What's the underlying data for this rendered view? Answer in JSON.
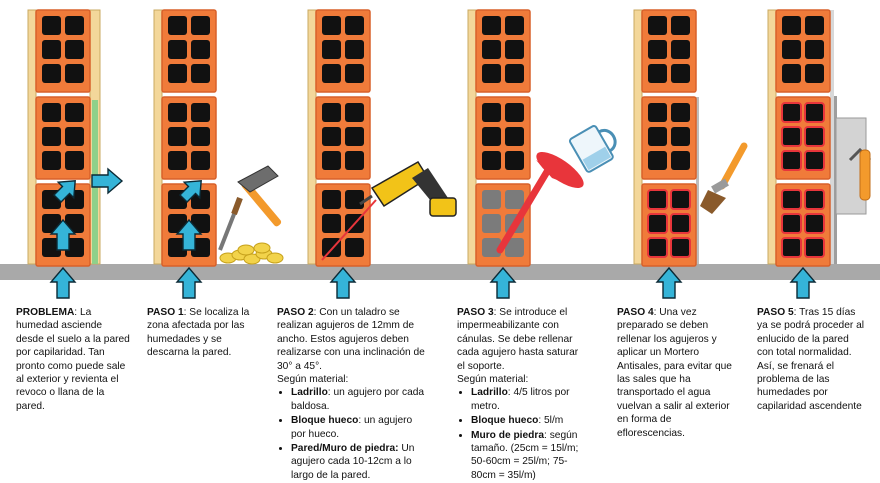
{
  "colors": {
    "brick": "#f07b3a",
    "brick_dark": "#d8612a",
    "hole": "#111111",
    "plaster": "#f3d79a",
    "ground": "#a9a9a9",
    "arrow": "#35b4d8",
    "arrow_outline": "#0b2a36",
    "drill_body": "#f2c318",
    "funnel": "#e8353b",
    "laser": "#e8353b",
    "highlight_red": "#e8353b",
    "stone_grey": "#7b7b7b"
  },
  "icons": [
    "hammer-icon",
    "chisel-icon",
    "rubble-icon",
    "drill-icon",
    "funnel-icon",
    "measuring-jug-icon",
    "paintbrush-icon",
    "trowel-icon"
  ],
  "steps": [
    {
      "id": "problema",
      "title": "PROBLEMA",
      "text": ": La humedad asciende desde el suelo a la pared por capilaridad. Tan pronto como puede sale al exterior y revienta el revoco o llana de la pared."
    },
    {
      "id": "paso1",
      "title": "PASO 1",
      "text": ": Se localiza la zona afectada por las humedades y se descarna la pared."
    },
    {
      "id": "paso2",
      "title": "PASO 2",
      "text": ": Con un taladro se realizan agujeros de 12mm de ancho. Estos agujeros deben realizarse con una inclinación de 30° a 45°.",
      "materials_heading": "Según material:",
      "materials": [
        {
          "name": "Ladrillo",
          "detail": ": un agujero por cada baldosa."
        },
        {
          "name": "Bloque hueco",
          "detail": ": un agujero por hueco."
        },
        {
          "name": "Pared/Muro de piedra:",
          "detail": " Un agujero cada 10-12cm a lo largo de la pared."
        }
      ]
    },
    {
      "id": "paso3",
      "title": "PASO 3",
      "text": ": Se introduce el impermeabilizante con cánulas. Se debe rellenar cada agujero hasta saturar el soporte.",
      "materials_heading": "Según material:",
      "materials": [
        {
          "name": "Ladrillo",
          "detail": ": 4/5 litros por metro."
        },
        {
          "name": "Bloque hueco",
          "detail": ": 5l/m"
        },
        {
          "name": "Muro de piedra",
          "detail": ": según tamaño. (25cm = 15l/m; 50-60cm = 25l/m; 75-80cm = 35l/m)"
        }
      ]
    },
    {
      "id": "paso4",
      "title": "PASO 4",
      "text": ": Una vez preparado se deben rellenar los agujeros y aplicar un Mortero Antisales, para evitar que las sales que ha transportado el agua vuelvan a salir al exterior en forma de eflorescencias."
    },
    {
      "id": "paso5",
      "title": "PASO 5",
      "text": ": Tras 15 días ya se podrá proceder al enlucido de la pared con total normalidad. Así, se frenará el problema de las humedades por capilaridad ascendente"
    }
  ]
}
